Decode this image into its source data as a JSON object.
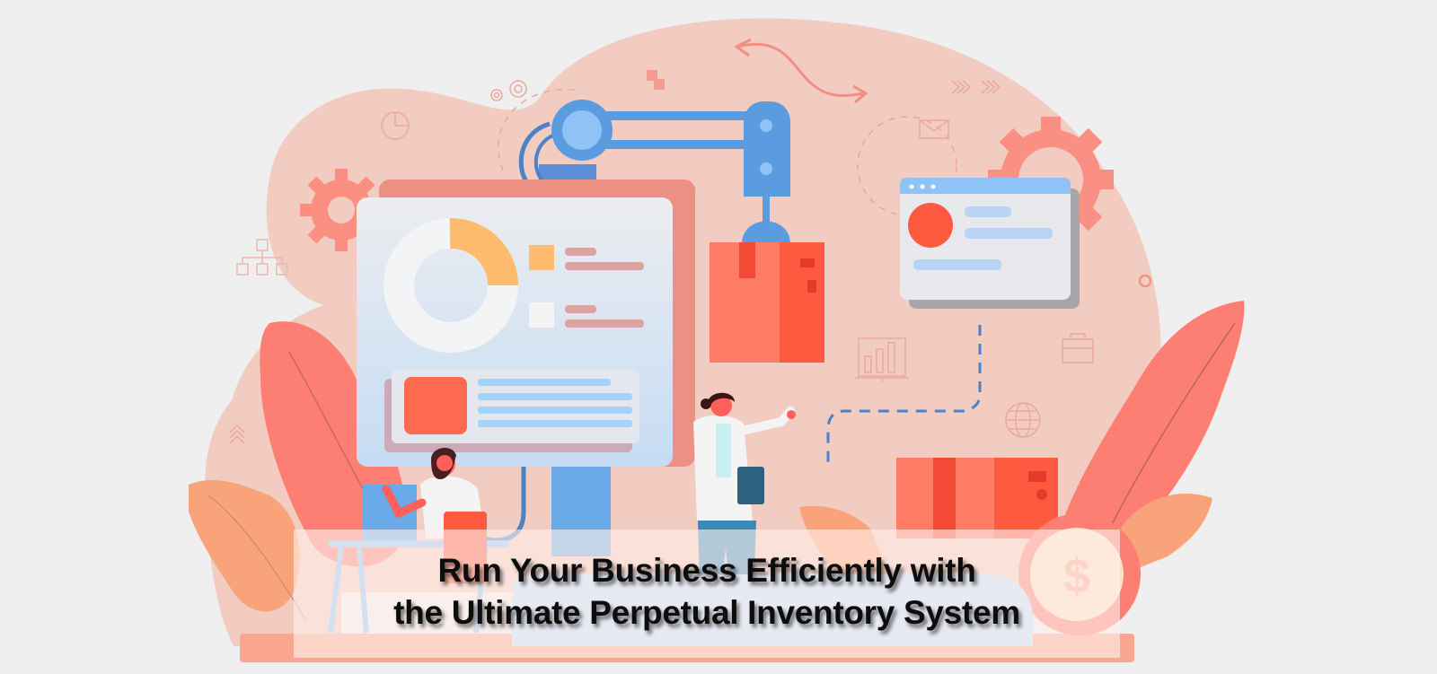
{
  "banner": {
    "headline_line1": "Run Your Business Efficiently with",
    "headline_line2": "the Ultimate Perpetual Inventory System"
  },
  "illustration": {
    "theme": "perpetual inventory system",
    "icons": [
      "robot-arm",
      "dashboard-panel",
      "donut-chart",
      "package-box",
      "browser-window",
      "gear",
      "dollar-coin",
      "leaf",
      "envelope",
      "globe",
      "bar-chart",
      "briefcase",
      "org-chart",
      "pie-chart",
      "curved-arrow",
      "chevrons"
    ],
    "colors": {
      "background": "#efefef",
      "blob": "#f2cbc1",
      "coral": "#fd7f73",
      "orange": "#f9a37a",
      "box_red": "#fe6a55",
      "blue": "#5b9be0",
      "light_blue": "#8fc3f7",
      "panel": "#e6ecf5",
      "yellow": "#ffbc6e"
    }
  }
}
